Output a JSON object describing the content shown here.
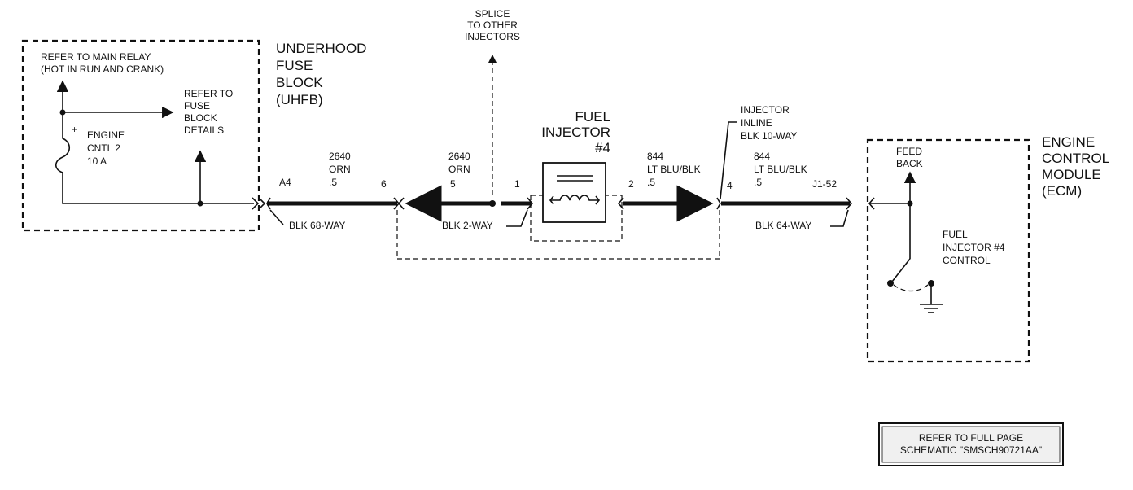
{
  "uhfb": {
    "title_lines": [
      "UNDERHOOD",
      "FUSE",
      "BLOCK",
      "(UHFB)"
    ],
    "refer_main_relay_lines": [
      "REFER TO MAIN RELAY",
      "(HOT IN RUN AND CRANK)"
    ],
    "refer_fuse_block_lines": [
      "REFER TO",
      "FUSE",
      "BLOCK",
      "DETAILS"
    ],
    "fuse_lines": [
      "ENGINE",
      "CNTL 2",
      "10 A"
    ]
  },
  "splice": {
    "label_lines": [
      "SPLICE",
      "TO OTHER",
      "INJECTORS"
    ]
  },
  "injector": {
    "title_lines": [
      "FUEL",
      "INJECTOR",
      "#4"
    ]
  },
  "inline_connector": {
    "label_lines": [
      "INJECTOR",
      "INLINE",
      "BLK 10-WAY"
    ]
  },
  "ecm": {
    "title_lines": [
      "ENGINE",
      "CONTROL",
      "MODULE",
      "(ECM)"
    ],
    "feedback_lines": [
      "FEED",
      "BACK"
    ],
    "control_lines": [
      "FUEL",
      "INJECTOR #4",
      "CONTROL"
    ]
  },
  "wires": [
    {
      "circuit": "2640",
      "color": "ORN",
      "gauge": ".5",
      "pin_left": "A4",
      "pin_right": "6"
    },
    {
      "circuit": "2640",
      "color": "ORN",
      "gauge": "",
      "pin_left": "5",
      "pin_right": "1"
    },
    {
      "circuit": "844",
      "color": "LT BLU/BLK",
      "gauge": ".5",
      "pin_left": "2",
      "pin_right": ""
    },
    {
      "circuit": "844",
      "color": "LT BLU/BLK",
      "gauge": ".5",
      "pin_left": "4",
      "pin_right": "J1-52"
    }
  ],
  "connectors": {
    "uhfb_connector": "BLK 68-WAY",
    "injector_connector": "BLK 2-WAY",
    "ecm_connector": "BLK 64-WAY"
  },
  "note": {
    "lines": [
      "REFER TO FULL PAGE",
      "SCHEMATIC \"SMSCH90721AA\""
    ]
  }
}
